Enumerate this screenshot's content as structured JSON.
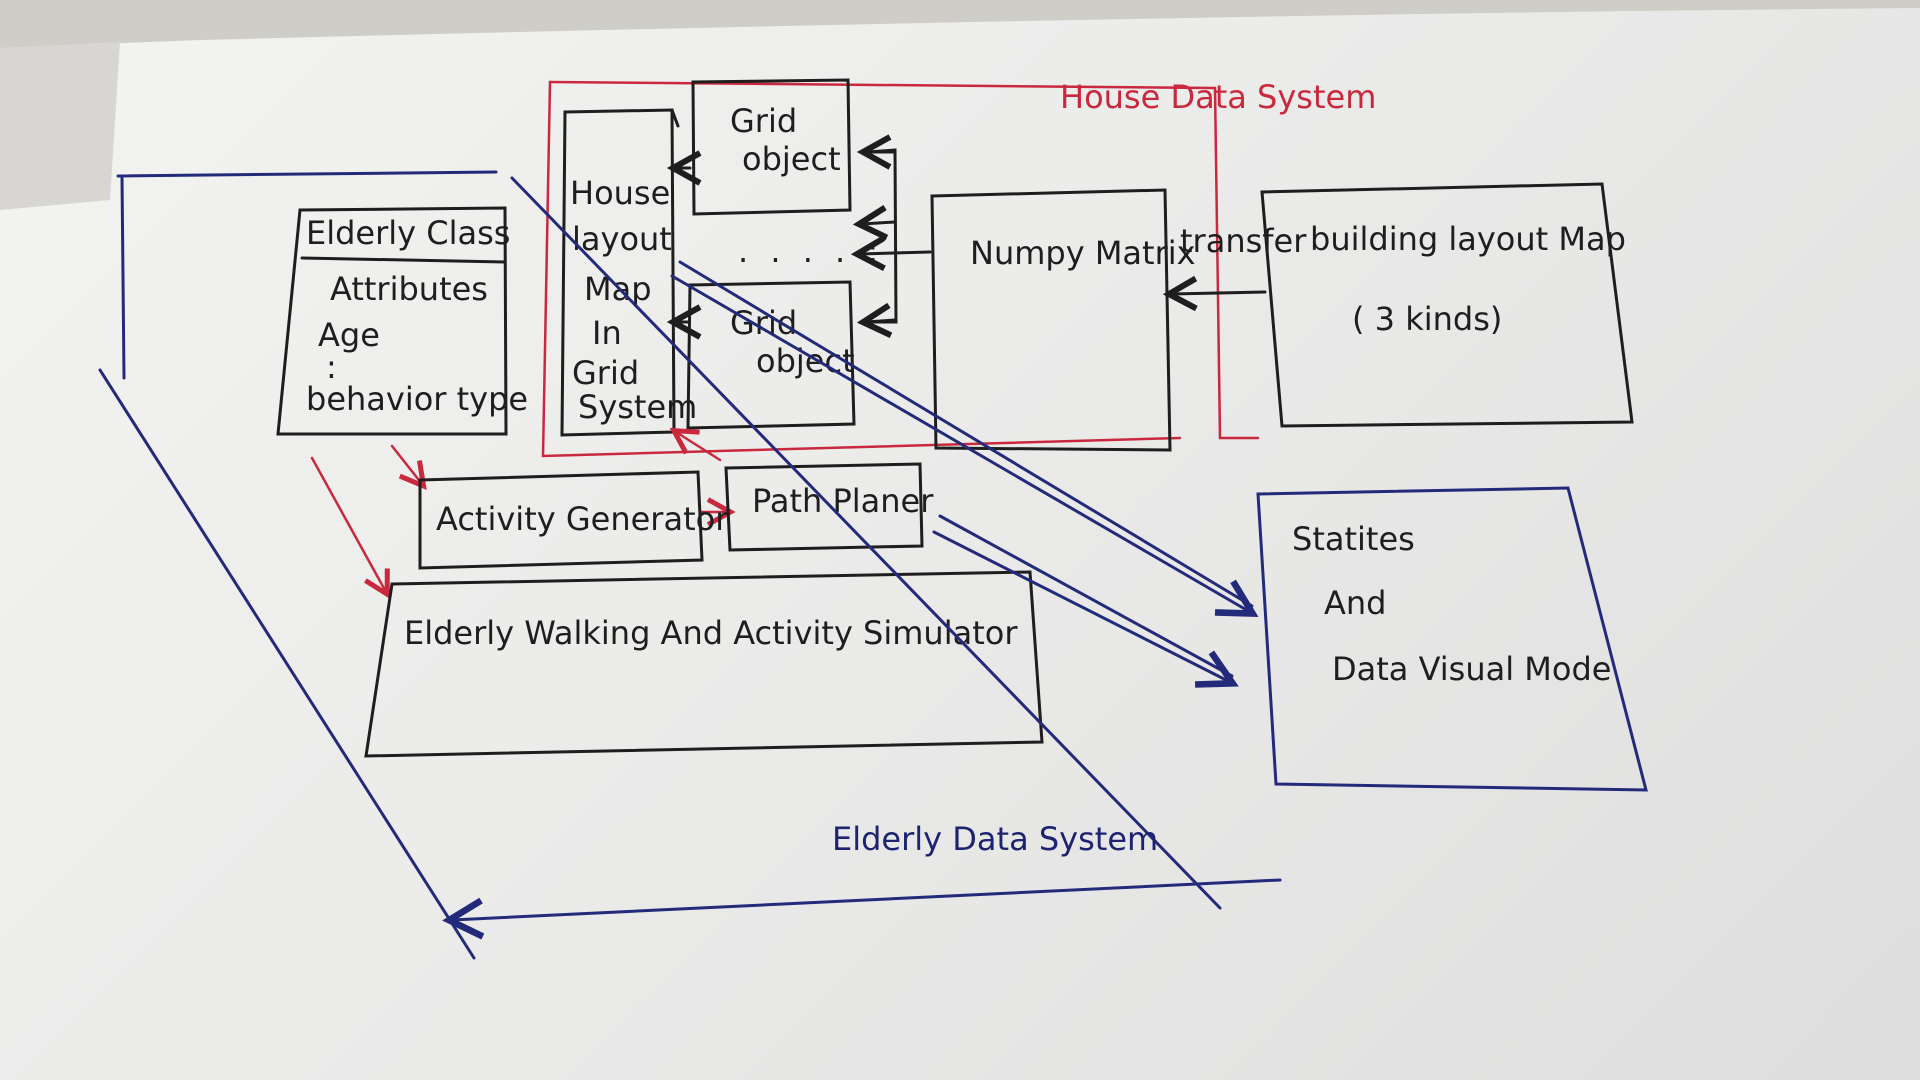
{
  "house_data_system": {
    "label": "House Data System"
  },
  "house_layout_map": {
    "lines": [
      "House",
      "layout",
      "Map",
      "In",
      "Grid",
      "System"
    ]
  },
  "grid_object_top": {
    "lines": [
      "Grid",
      "object"
    ]
  },
  "grid_ellipsis": {
    "text": ". . . . :"
  },
  "grid_object_bottom": {
    "lines": [
      "Grid",
      "object"
    ]
  },
  "numpy_matrix": {
    "label": "Numpy Matrix"
  },
  "transfer": {
    "label": "transfer"
  },
  "building_layout_map": {
    "line1": "building layout Map",
    "line2": "( 3 kinds)"
  },
  "elderly_class": {
    "title": "Elderly Class",
    "attrs": [
      "Attributes",
      "Age",
      ":",
      "behavior type"
    ]
  },
  "activity_generator": {
    "label": "Activity Generator"
  },
  "path_planer": {
    "label": "Path Planer"
  },
  "simulator": {
    "label": "Elderly Walking And Activity Simulator"
  },
  "statistics": {
    "lines": [
      "Statites",
      "And",
      "Data Visual Mode"
    ]
  },
  "elderly_data_system": {
    "label": "Elderly Data System"
  },
  "colors": {
    "ink": "#1e1e1e",
    "red_ink": "#c9283d",
    "blue_ink": "#242a7a",
    "paper": "#efefed"
  }
}
